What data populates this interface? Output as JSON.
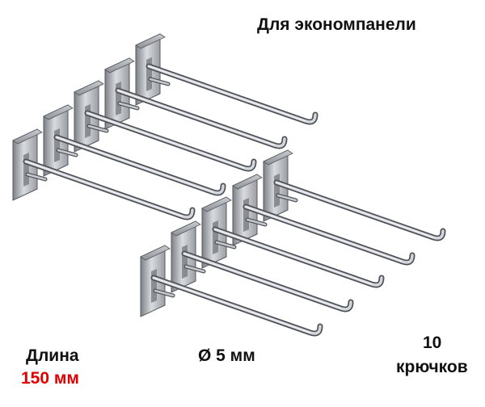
{
  "title": "Для экономпанели",
  "length": {
    "label": "Длина",
    "value": "150 мм"
  },
  "diameter": "Ø 5 мм",
  "count": {
    "number": "10",
    "word": "крючков"
  },
  "colors": {
    "value_highlight": "#e00000",
    "metal": "#b8bcc2"
  }
}
